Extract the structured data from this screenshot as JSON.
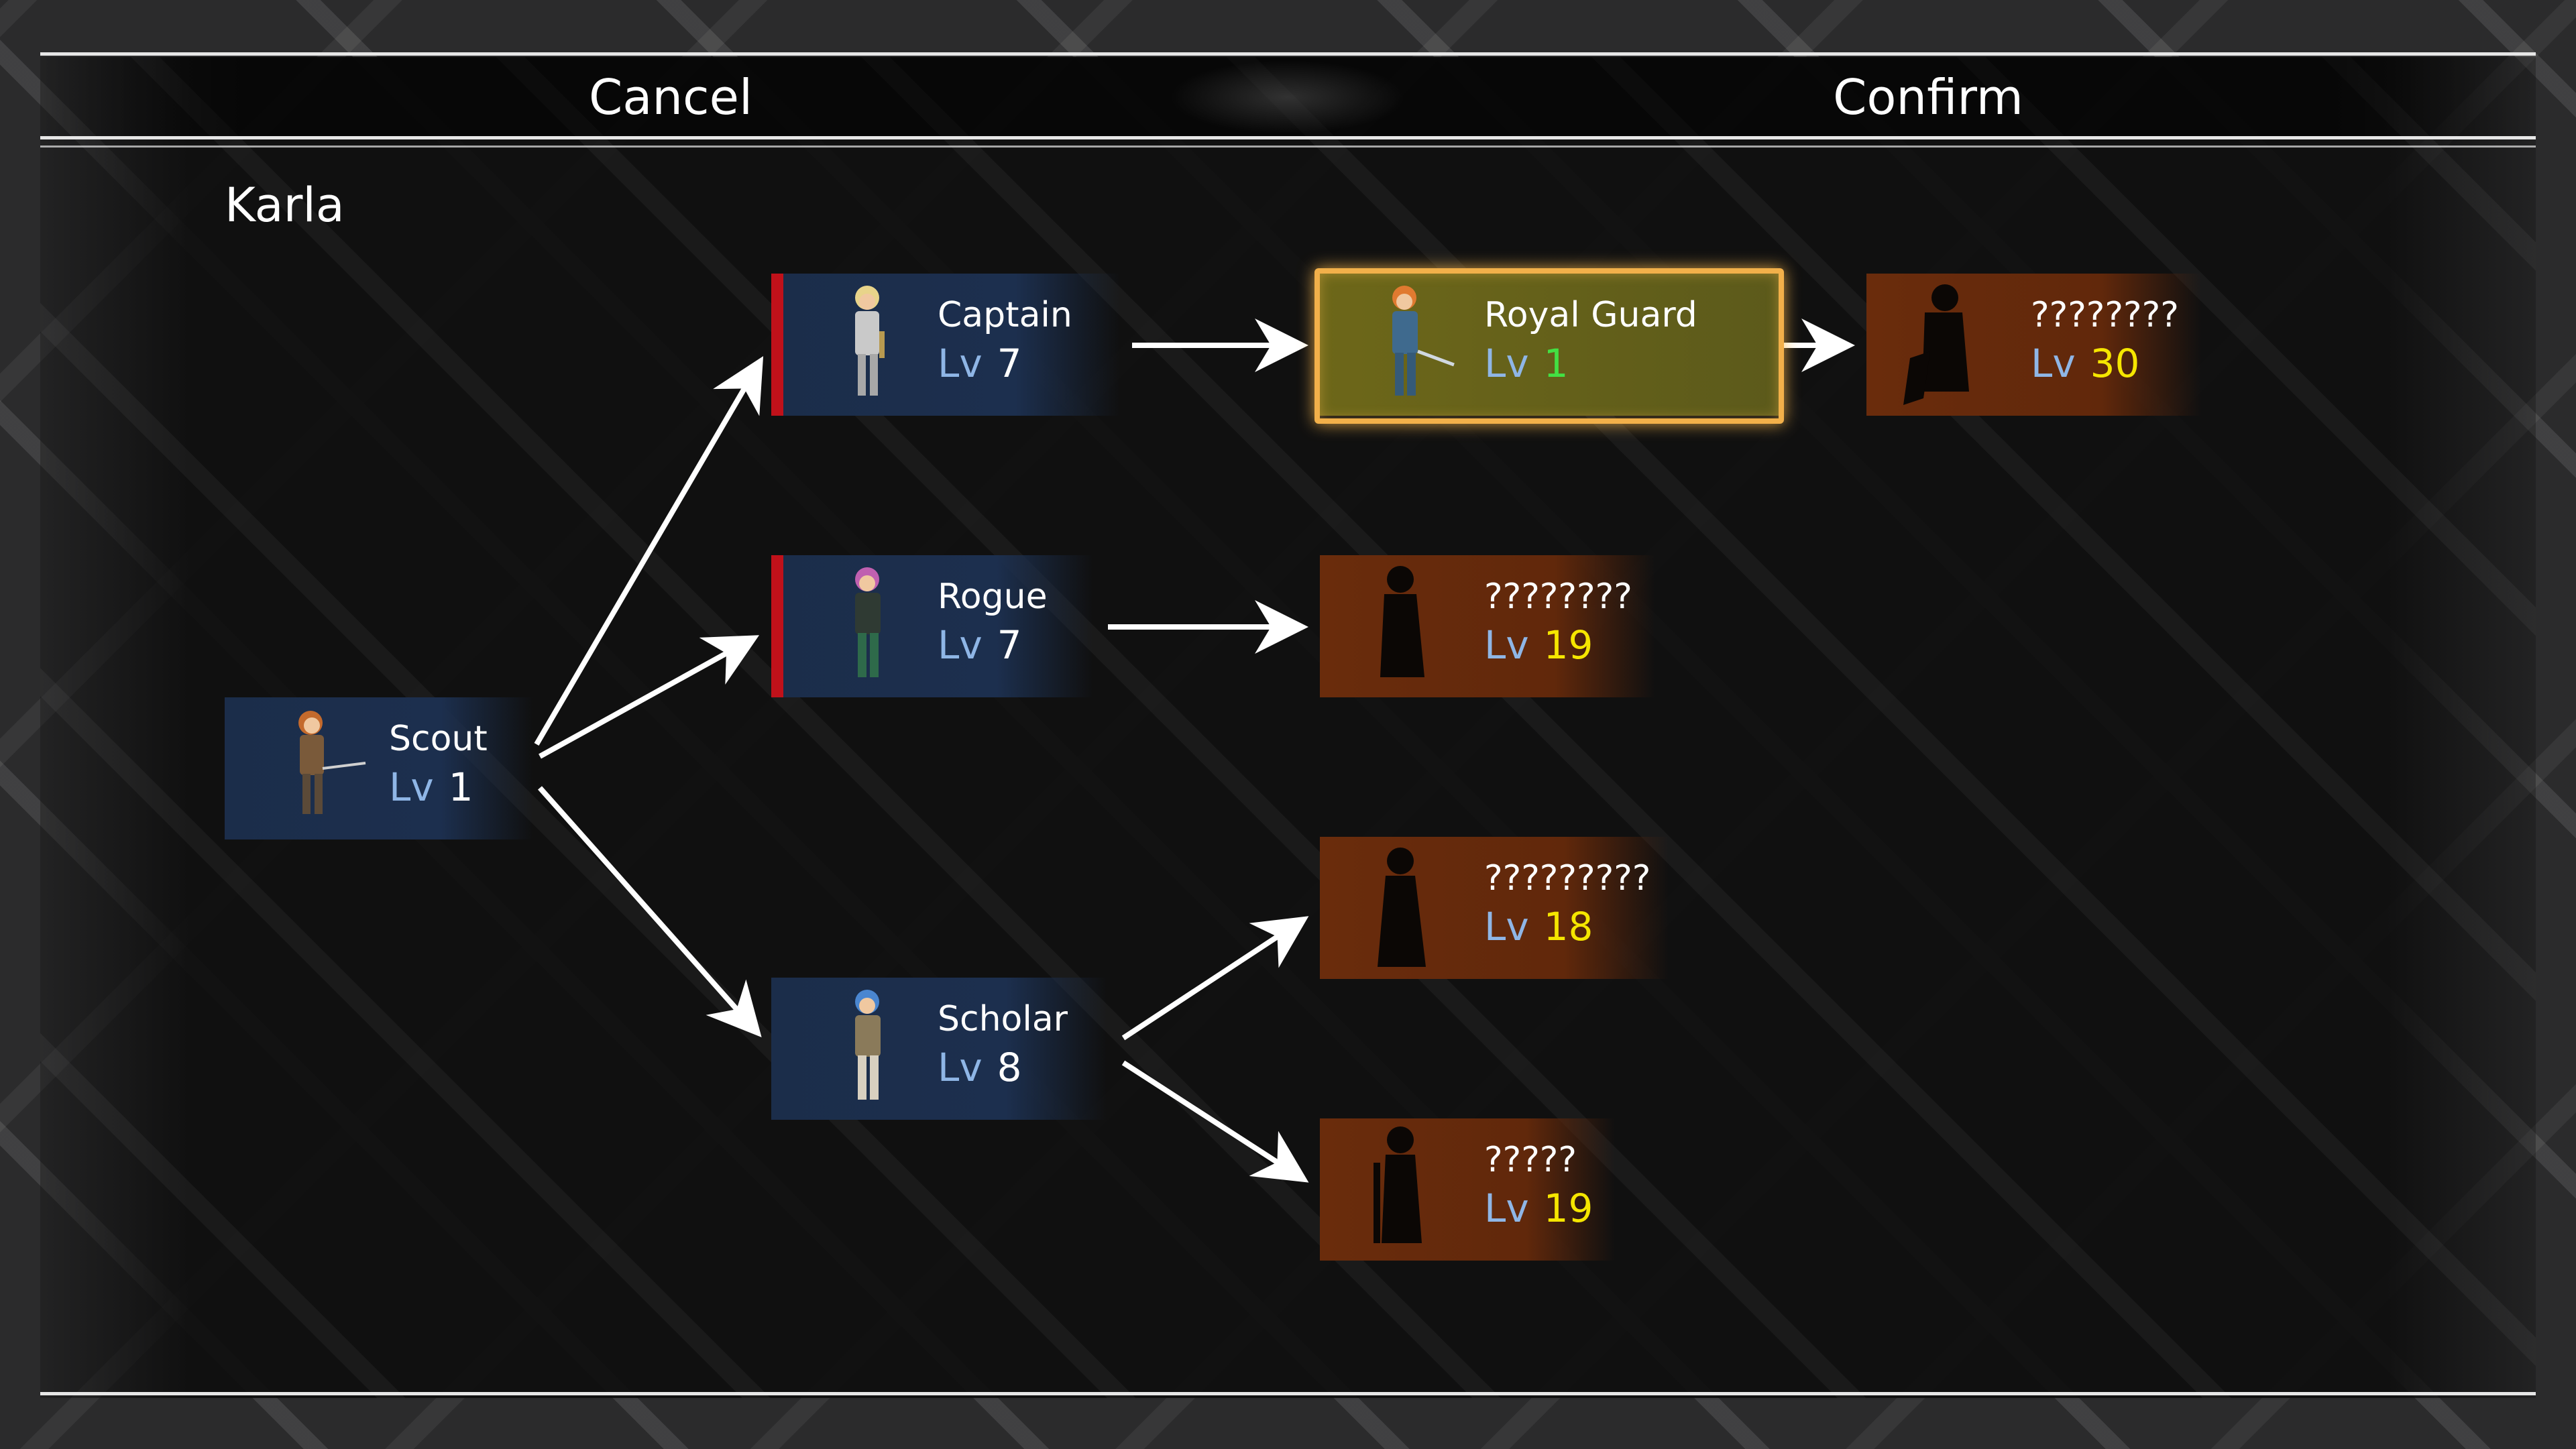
{
  "header": {
    "cancel_label": "Cancel",
    "confirm_label": "Confirm"
  },
  "character": {
    "name": "Karla"
  },
  "level_prefix": "Lv",
  "classes": {
    "scout": {
      "name": "Scout",
      "level": "1",
      "state": "current"
    },
    "captain": {
      "name": "Captain",
      "level": "7",
      "state": "unlocked"
    },
    "rogue": {
      "name": "Rogue",
      "level": "7",
      "state": "unlocked"
    },
    "scholar": {
      "name": "Scholar",
      "level": "8",
      "state": "unlocked"
    },
    "royal_guard": {
      "name": "Royal Guard",
      "level": "1",
      "state": "selected"
    },
    "locked_30": {
      "name": "????????",
      "level": "30",
      "state": "locked"
    },
    "locked_rogue_19": {
      "name": "????????",
      "level": "19",
      "state": "locked"
    },
    "locked_18": {
      "name": "?????????",
      "level": "18",
      "state": "locked"
    },
    "locked_scholar_19": {
      "name": "?????",
      "level": "19",
      "state": "locked"
    }
  },
  "colors": {
    "unlocked_node": "#1c2f4e",
    "locked_node": "#61280b",
    "selected_node": "#6d6719",
    "selection_frame": "#f2b04a",
    "level_yellow": "#f5e600",
    "level_green": "#43e043",
    "level_label": "#8fb6e6",
    "red_marker": "#c0111a"
  }
}
